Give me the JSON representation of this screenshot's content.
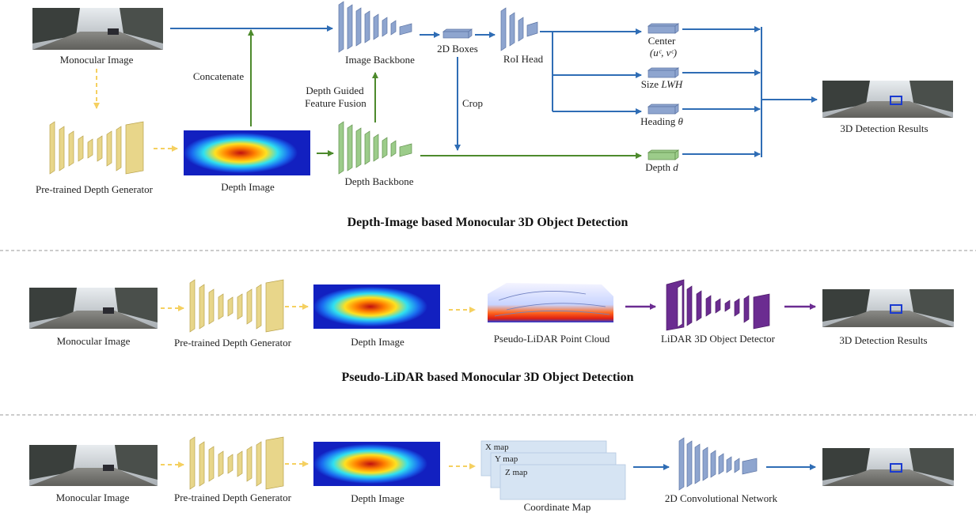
{
  "section1": {
    "title": "Depth-Image based Monocular 3D Object Detection",
    "monocular_image": "Monocular Image",
    "pretrained_generator": "Pre-trained Depth Generator",
    "depth_image": "Depth Image",
    "concatenate": "Concatenate",
    "image_backbone": "Image Backbone",
    "depth_guided_1": "Depth Guided",
    "depth_guided_2": "Feature Fusion",
    "depth_backbone": "Depth Backbone",
    "boxes_2d": "2D Boxes",
    "crop": "Crop",
    "roi_head": "RoI Head",
    "center": "Center",
    "center_coords": "(uᶜ, vᶜ)",
    "size_prefix": "Size ",
    "size_var": "LWH",
    "heading_prefix": "Heading ",
    "heading_var": "θ",
    "depth_prefix": "Depth ",
    "depth_var": "d",
    "results": "3D Detection Results"
  },
  "section2": {
    "title": "Pseudo-LiDAR based Monocular 3D Object Detection",
    "monocular_image": "Monocular Image",
    "pretrained_generator": "Pre-trained Depth Generator",
    "depth_image": "Depth Image",
    "point_cloud": "Pseudo-LiDAR Point Cloud",
    "lidar_detector": "LiDAR 3D Object Detector",
    "results": "3D Detection Results"
  },
  "section3": {
    "monocular_image": "Monocular Image",
    "pretrained_generator": "Pre-trained Depth Generator",
    "depth_image": "Depth Image",
    "x_map": "X map",
    "y_map": "Y map",
    "z_map": "Z map",
    "coordinate_map": "Coordinate Map",
    "conv_network": "2D Convolutional Network"
  },
  "colors": {
    "blue_arrow": "#2f6db5",
    "green_arrow": "#4d8a2c",
    "yellow_arrow": "#f5d060",
    "purple_arrow": "#6b2c91",
    "yellow_block": "#e8d68a",
    "blue_block": "#8ea5cf",
    "green_block": "#9ccc8a",
    "purple_block": "#6b2c91"
  }
}
